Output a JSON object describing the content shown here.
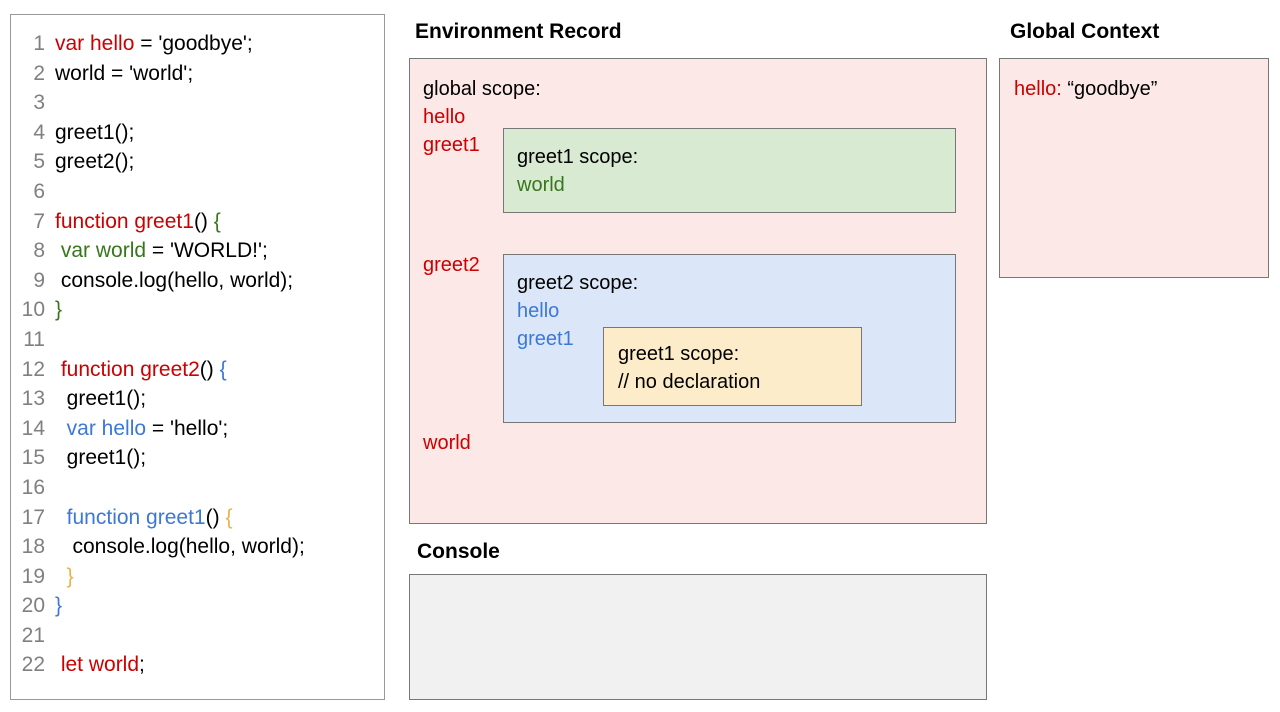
{
  "code_panel": {
    "lines": [
      {
        "num": "1",
        "segments": [
          {
            "t": "var hello",
            "c": "red"
          },
          {
            "t": " = 'goodbye';",
            "c": "black"
          }
        ]
      },
      {
        "num": "2",
        "segments": [
          {
            "t": "world = 'world';",
            "c": "black"
          }
        ]
      },
      {
        "num": "3",
        "segments": [
          {
            "t": "",
            "c": "black"
          }
        ]
      },
      {
        "num": "4",
        "segments": [
          {
            "t": "greet1();",
            "c": "black"
          }
        ]
      },
      {
        "num": "5",
        "segments": [
          {
            "t": "greet2();",
            "c": "black"
          }
        ]
      },
      {
        "num": "6",
        "segments": [
          {
            "t": "",
            "c": "black"
          }
        ]
      },
      {
        "num": "7",
        "segments": [
          {
            "t": "function greet1",
            "c": "red"
          },
          {
            "t": "() ",
            "c": "black"
          },
          {
            "t": "{",
            "c": "green"
          }
        ]
      },
      {
        "num": "8",
        "segments": [
          {
            "t": " ",
            "c": "black"
          },
          {
            "t": "var world",
            "c": "green"
          },
          {
            "t": " = 'WORLD!';",
            "c": "black"
          }
        ]
      },
      {
        "num": "9",
        "segments": [
          {
            "t": " console.log(hello, world);",
            "c": "black"
          }
        ]
      },
      {
        "num": "10",
        "segments": [
          {
            "t": "}",
            "c": "green"
          }
        ]
      },
      {
        "num": "11",
        "segments": [
          {
            "t": "",
            "c": "black"
          }
        ]
      },
      {
        "num": "12",
        "segments": [
          {
            "t": " function greet2",
            "c": "red"
          },
          {
            "t": "() ",
            "c": "black"
          },
          {
            "t": "{",
            "c": "blue"
          }
        ]
      },
      {
        "num": "13",
        "segments": [
          {
            "t": "  greet1();",
            "c": "black"
          }
        ]
      },
      {
        "num": "14",
        "segments": [
          {
            "t": "  ",
            "c": "black"
          },
          {
            "t": "var hello",
            "c": "blue"
          },
          {
            "t": " = 'hello';",
            "c": "black"
          }
        ]
      },
      {
        "num": "15",
        "segments": [
          {
            "t": "  greet1();",
            "c": "black"
          }
        ]
      },
      {
        "num": "16",
        "segments": [
          {
            "t": "",
            "c": "black"
          }
        ]
      },
      {
        "num": "17",
        "segments": [
          {
            "t": "  ",
            "c": "black"
          },
          {
            "t": "function greet1",
            "c": "blue"
          },
          {
            "t": "() ",
            "c": "black"
          },
          {
            "t": "{",
            "c": "yellow"
          }
        ]
      },
      {
        "num": "18",
        "segments": [
          {
            "t": "   console.log(hello, world);",
            "c": "black"
          }
        ]
      },
      {
        "num": "19",
        "segments": [
          {
            "t": "  ",
            "c": "black"
          },
          {
            "t": "}",
            "c": "yellow"
          }
        ]
      },
      {
        "num": "20",
        "segments": [
          {
            "t": "}",
            "c": "blue"
          }
        ]
      },
      {
        "num": "21",
        "segments": [
          {
            "t": "",
            "c": "black"
          }
        ]
      },
      {
        "num": "22",
        "segments": [
          {
            "t": " let world",
            "c": "red"
          },
          {
            "t": ";",
            "c": "black"
          }
        ]
      }
    ]
  },
  "environment_record": {
    "title": "Environment Record",
    "global_scope": {
      "label": "global scope:",
      "bindings": [
        "hello",
        "greet1",
        "greet2",
        "world"
      ]
    },
    "greet1_scope_green": {
      "label": "greet1 scope:",
      "bindings": [
        "world"
      ]
    },
    "greet2_scope_blue": {
      "label": "greet2 scope:",
      "bindings": [
        "hello",
        "greet1"
      ]
    },
    "greet1_scope_yellow": {
      "label": "greet1 scope:",
      "note": "// no declaration"
    }
  },
  "global_context": {
    "title": "Global Context",
    "entries": [
      {
        "key": "hello:",
        "value": "“goodbye”"
      }
    ]
  },
  "console": {
    "title": "Console",
    "output": ""
  },
  "colors": {
    "red": "#cc0000",
    "green": "#38761d",
    "blue": "#3c78d8",
    "yellow": "#e8b44c",
    "pink_fill": "#fce8e6",
    "green_fill": "#d9ead3",
    "blue_fill": "#dbe7f8",
    "yellow_fill": "#fcecc9",
    "console_fill": "#f1f1f1",
    "border": "#777777",
    "line_number": "#808080"
  }
}
